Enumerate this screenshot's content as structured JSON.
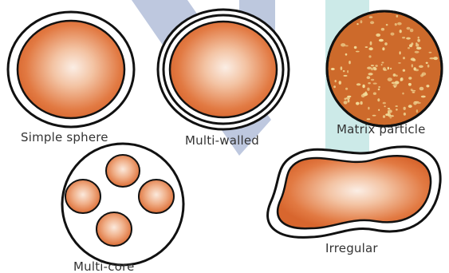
{
  "diagram": {
    "labels": {
      "simple_sphere": "Simple sphere",
      "multi_walled": "Multi-walled",
      "matrix_particle": "Matrix particle",
      "multi_core": "Multi-core",
      "irregular": "Irregular"
    },
    "colors": {
      "core_center": "#f8e2d4",
      "core_edge": "#e06f37",
      "outline": "#111111",
      "matrix_fill": "#cf6a2a",
      "matrix_speck": "#f2dc9a",
      "watermark_blue": "#3566a8",
      "watermark_teal": "#86c7c3"
    }
  }
}
